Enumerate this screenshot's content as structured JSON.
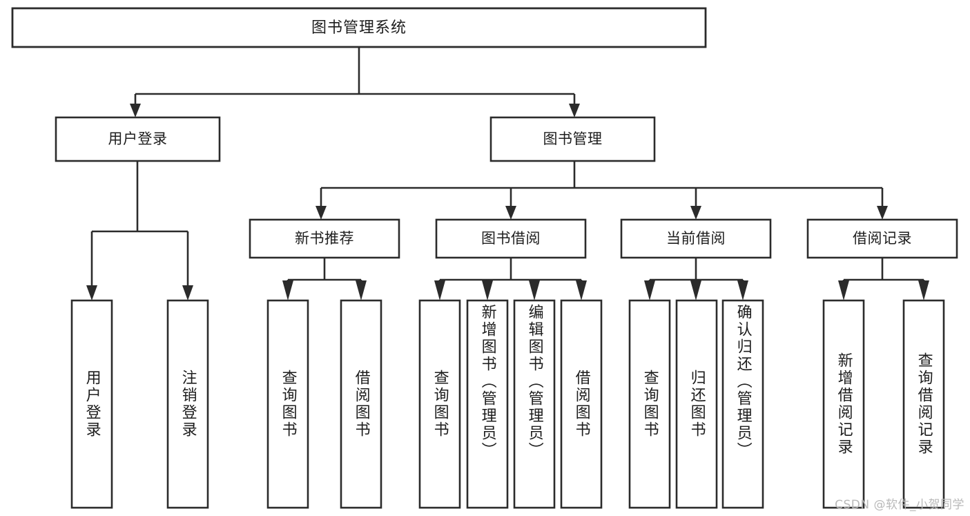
{
  "diagram": {
    "title": "图书管理系统",
    "type": "tree-hierarchy-chart",
    "background_color": "#ffffff",
    "line_color": "#2b2b2b",
    "text_color": "#1d1d1d",
    "watermark": "CSDN @软件_小贺同学"
  },
  "root": {
    "label": "图书管理系统"
  },
  "level2": [
    {
      "label": "用户登录"
    },
    {
      "label": "图书管理"
    }
  ],
  "level3": [
    {
      "label": "新书推荐"
    },
    {
      "label": "图书借阅"
    },
    {
      "label": "当前借阅"
    },
    {
      "label": "借阅记录"
    }
  ],
  "leaves": {
    "user_login": [
      {
        "label": "用户登录"
      },
      {
        "label": "注销登录"
      }
    ],
    "new_book_recommend": [
      {
        "label": "查询图书"
      },
      {
        "label": "借阅图书"
      }
    ],
    "book_borrow": [
      {
        "label": "查询图书"
      },
      {
        "label": "新增图书（管理员）"
      },
      {
        "label": "编辑图书（管理员）"
      },
      {
        "label": "借阅图书"
      }
    ],
    "current_borrow": [
      {
        "label": "查询图书"
      },
      {
        "label": "归还图书"
      },
      {
        "label": "确认归还（管理员）"
      }
    ],
    "borrow_record": [
      {
        "label": "新增借阅记录"
      },
      {
        "label": "查询借阅记录"
      }
    ]
  }
}
